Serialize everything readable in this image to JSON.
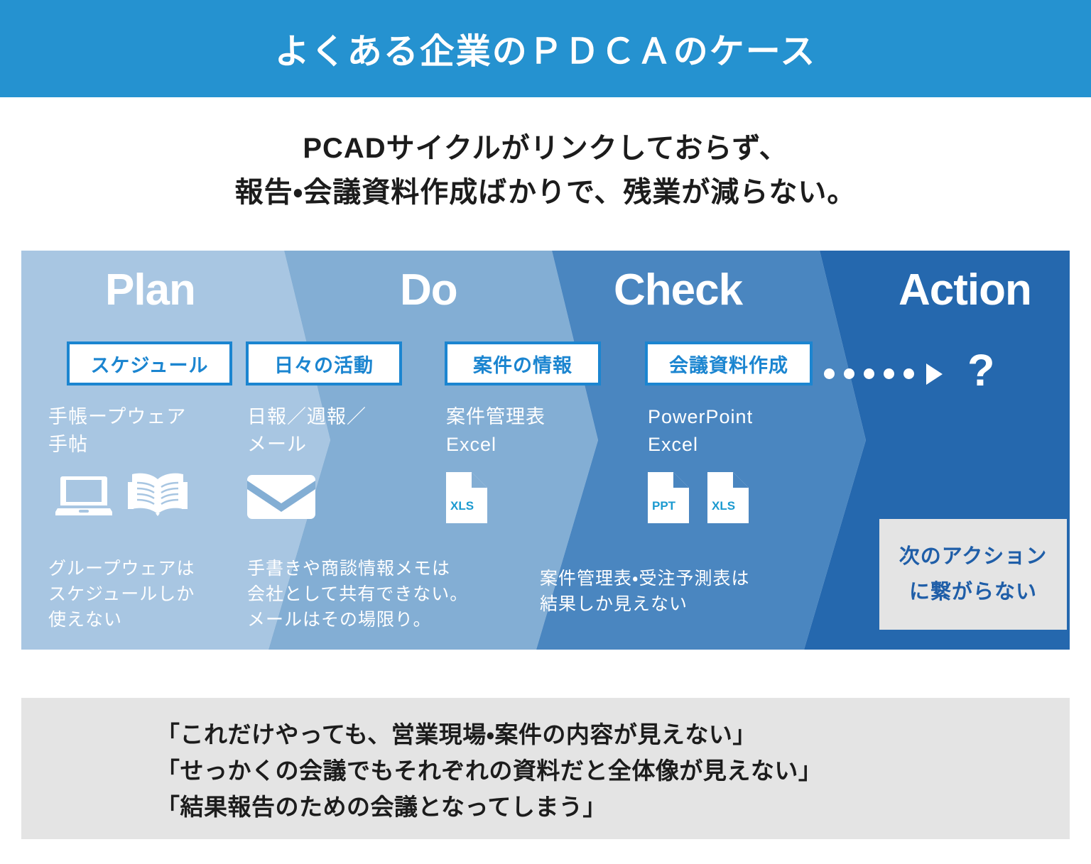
{
  "header": {
    "title": "よくある企業のＰＤＣＡのケース",
    "bg_color": "#2592d0"
  },
  "subtitle": {
    "line1": "PCADサイクルがリンクしておらず、",
    "line2": "報告・会議資料作成ばかりで、残業が減らない。"
  },
  "palette": {
    "band_plan": "#a8c6e2",
    "band_do": "#83aed4",
    "band_check": "#4a86c0",
    "band_action": "#2568ae",
    "badge_border": "#1b85d0",
    "badge_text": "#1b85d0",
    "file_text": "#1b9ad0",
    "note_box_bg": "#e4e4e4",
    "note_box_text": "#1f5ea8"
  },
  "stages": [
    {
      "title": "Plan",
      "badge": "スケジュール",
      "tools": [
        "手帳ープウェア",
        "手帖"
      ],
      "icons": [
        "laptop-icon",
        "open-book-icon"
      ],
      "note": [
        "グループウェアは",
        "スケジュールしか",
        "使えない"
      ]
    },
    {
      "title": "Do",
      "badge": "日々の活動",
      "tools": [
        "日報／週報／",
        "メール"
      ],
      "icons": [
        "envelope-icon"
      ],
      "note": [
        "手書きや商談情報メモは",
        "会社として共有できない。",
        "メールはその場限り。"
      ]
    },
    {
      "title": "Check",
      "badge": "案件の情報",
      "tools": [
        "案件管理表",
        "Excel"
      ],
      "icons": [
        "xls-file-icon"
      ],
      "note": [
        "案件管理表・受注予測表は",
        "結果しか見えない"
      ]
    },
    {
      "title": "Action",
      "badge": "会議資料作成",
      "tools": [
        "PowerPoint",
        "Excel"
      ],
      "icons": [
        "ppt-file-icon",
        "xls-file-icon"
      ],
      "note": []
    }
  ],
  "file_labels": {
    "xls": "XLS",
    "ppt": "PPT"
  },
  "action": {
    "question_mark": "?",
    "dot_count": 5,
    "box_line1": "次のアクション",
    "box_line2": "に繋がらない"
  },
  "quotes": {
    "line1": "「これだけやっても、営業現場・案件の内容が見えない」",
    "line2": "「せっかくの会議でもそれぞれの資料だと全体像が見えない」",
    "line3": "「結果報告のための会議となってしまう」"
  }
}
